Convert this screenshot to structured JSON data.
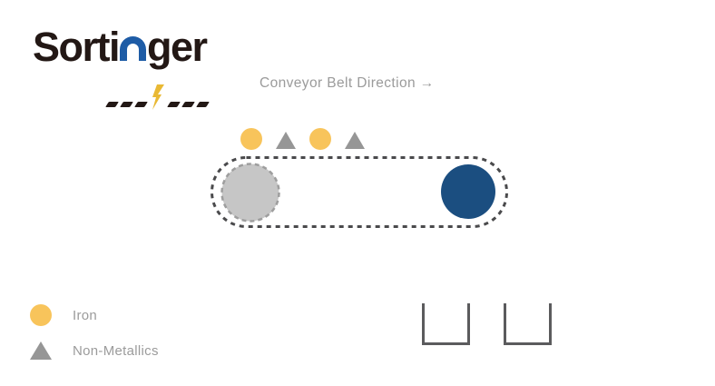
{
  "colors": {
    "logo-dark": "#231815",
    "magnet-blue": "#1E5CA6",
    "bolt-yellow": "#E9B934",
    "iron-yellow": "#F8C45B",
    "nonmetal-gray": "#969696",
    "roller-gray": "#C6C6C6",
    "roller-outline": "#9E9E9E",
    "drum-navy": "#1B4E80",
    "belt-dash": "#4A4A4C",
    "bin-stroke": "#5B5B5D",
    "label-gray": "#9B9B9B"
  },
  "brand": {
    "name": "Sortinger",
    "word_start": "Sorti",
    "word_end": "ger"
  },
  "diagram": {
    "direction_label": "Conveyor Belt Direction →",
    "belt": {
      "left_roller": "idler roller (gray, dashed outline)",
      "right_roller": "magnetic drum (navy)"
    },
    "items_on_belt": [
      {
        "type": "iron",
        "shape": "circle"
      },
      {
        "type": "non-metallic",
        "shape": "triangle"
      },
      {
        "type": "iron",
        "shape": "circle"
      },
      {
        "type": "non-metallic",
        "shape": "triangle"
      }
    ],
    "bins": {
      "count": 2
    }
  },
  "legend": {
    "items": [
      {
        "label": "Iron",
        "shape": "circle"
      },
      {
        "label": "Non-Metallics",
        "shape": "triangle"
      }
    ]
  }
}
